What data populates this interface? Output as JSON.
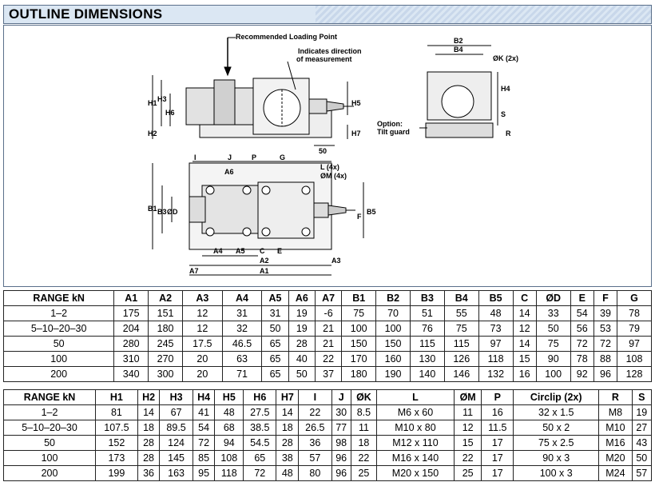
{
  "title": "OUTLINE DIMENSIONS",
  "labels": {
    "loading_point": "Recommended Loading Point",
    "direction1": "Indicates direction",
    "direction2": "of measurement",
    "option1": "Option:",
    "option2": "Tilt guard",
    "H1": "H1",
    "H2": "H2",
    "H3": "H3",
    "H5": "H5",
    "H6": "H6",
    "H7": "H7",
    "H4": "H4",
    "S": "S",
    "R": "R",
    "B2": "B2",
    "B4": "B4",
    "OK2": "ØK (2x)",
    "d50": "50",
    "I": "I",
    "J": "J",
    "P": "P",
    "G": "G",
    "A6": "A6",
    "L4": "L (4x)",
    "OM4": "ØM (4x)",
    "B1": "B1",
    "B3": "B3",
    "OD": "ØD",
    "B5": "B5",
    "F": "F",
    "A4": "A4",
    "A5": "A5",
    "C": "C",
    "E": "E",
    "A2": "A2",
    "A3": "A3",
    "A7": "A7",
    "A1": "A1"
  },
  "table1": {
    "headers": [
      "RANGE kN",
      "A1",
      "A2",
      "A3",
      "A4",
      "A5",
      "A6",
      "A7",
      "B1",
      "B2",
      "B3",
      "B4",
      "B5",
      "C",
      "ØD",
      "E",
      "F",
      "G"
    ],
    "rows": [
      [
        "1–2",
        "175",
        "151",
        "12",
        "31",
        "31",
        "19",
        "-6",
        "75",
        "70",
        "51",
        "55",
        "48",
        "14",
        "33",
        "54",
        "39",
        "78"
      ],
      [
        "5–10–20–30",
        "204",
        "180",
        "12",
        "32",
        "50",
        "19",
        "21",
        "100",
        "100",
        "76",
        "75",
        "73",
        "12",
        "50",
        "56",
        "53",
        "79"
      ],
      [
        "50",
        "280",
        "245",
        "17.5",
        "46.5",
        "65",
        "28",
        "21",
        "150",
        "150",
        "115",
        "115",
        "97",
        "14",
        "75",
        "72",
        "72",
        "97"
      ],
      [
        "100",
        "310",
        "270",
        "20",
        "63",
        "65",
        "40",
        "22",
        "170",
        "160",
        "130",
        "126",
        "118",
        "15",
        "90",
        "78",
        "88",
        "108"
      ],
      [
        "200",
        "340",
        "300",
        "20",
        "71",
        "65",
        "50",
        "37",
        "180",
        "190",
        "140",
        "146",
        "132",
        "16",
        "100",
        "92",
        "96",
        "128"
      ]
    ]
  },
  "table2": {
    "headers": [
      "RANGE kN",
      "H1",
      "H2",
      "H3",
      "H4",
      "H5",
      "H6",
      "H7",
      "I",
      "J",
      "ØK",
      "L",
      "ØM",
      "P",
      "Circlip (2x)",
      "R",
      "S"
    ],
    "rows": [
      [
        "1–2",
        "81",
        "14",
        "67",
        "41",
        "48",
        "27.5",
        "14",
        "22",
        "30",
        "8.5",
        "M6 x 60",
        "11",
        "16",
        "32 x 1.5",
        "M8",
        "19"
      ],
      [
        "5–10–20–30",
        "107.5",
        "18",
        "89.5",
        "54",
        "68",
        "38.5",
        "18",
        "26.5",
        "77",
        "11",
        "M10 x 80",
        "12",
        "11.5",
        "50 x 2",
        "M10",
        "27"
      ],
      [
        "50",
        "152",
        "28",
        "124",
        "72",
        "94",
        "54.5",
        "28",
        "36",
        "98",
        "18",
        "M12 x 110",
        "15",
        "17",
        "75 x 2.5",
        "M16",
        "43"
      ],
      [
        "100",
        "173",
        "28",
        "145",
        "85",
        "108",
        "65",
        "38",
        "57",
        "96",
        "22",
        "M16 x 140",
        "22",
        "17",
        "90 x 3",
        "M20",
        "50"
      ],
      [
        "200",
        "199",
        "36",
        "163",
        "95",
        "118",
        "72",
        "48",
        "80",
        "96",
        "25",
        "M20 x 150",
        "25",
        "17",
        "100 x 3",
        "M24",
        "57"
      ]
    ]
  }
}
